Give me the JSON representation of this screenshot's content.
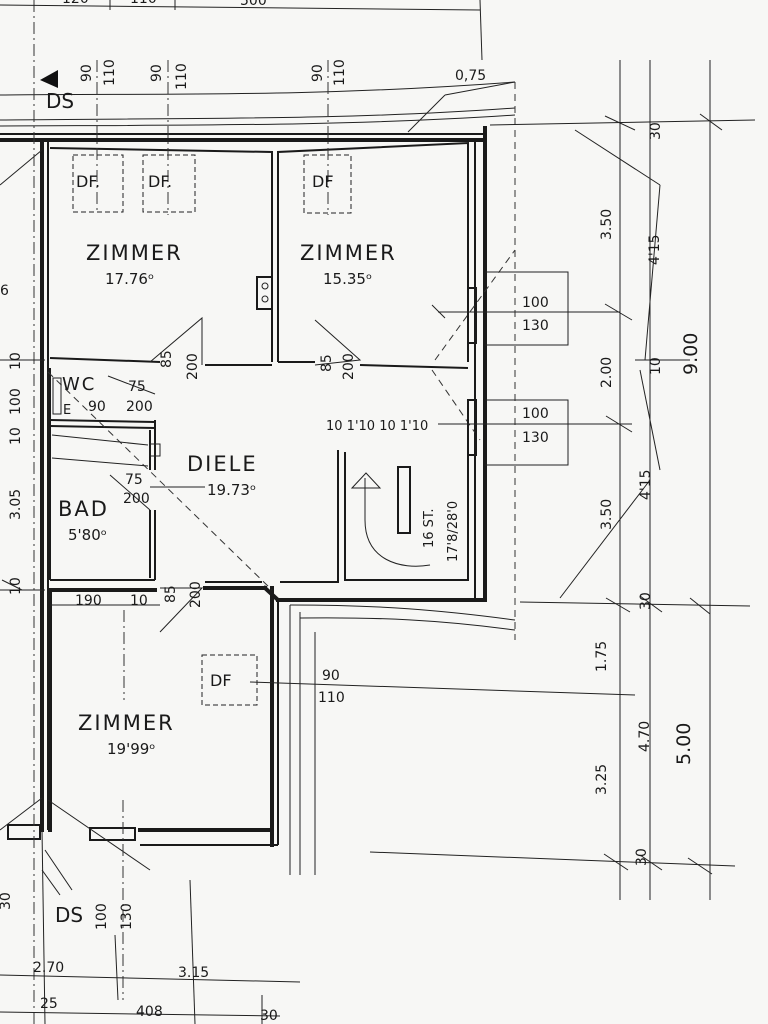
{
  "rooms": {
    "zimmer_nw": {
      "name": "ZIMMER",
      "area": "17.76ᵒ"
    },
    "zimmer_ne": {
      "name": "ZIMMER",
      "area": "15.35ᵒ"
    },
    "diele": {
      "name": "DIELE",
      "area": "19.73ᵒ"
    },
    "bad": {
      "name": "BAD",
      "area": "5'80ᵒ"
    },
    "wc": {
      "name": "WC"
    },
    "zimmer_s": {
      "name": "ZIMMER",
      "area": "19'99ᵒ"
    }
  },
  "skylights": {
    "df1": "DF.",
    "df2": "DF.",
    "df3": "DF",
    "df4": "DF"
  },
  "downspouts": {
    "top": "DS",
    "bottom": "DS"
  },
  "stairs": {
    "steps": "16 ST.",
    "ratio": "17'8/28'0"
  },
  "wc_fixture": "E",
  "dimensions": {
    "top_left": "120",
    "top_mid": "110",
    "top_right": "500",
    "win_top_90a": "90",
    "win_top_110a": "110",
    "win_top_90b": "90",
    "win_top_110b": "110",
    "win_top_90c": "90",
    "win_top_110c": "110",
    "roof_edge": "0,75",
    "door_nw": "85",
    "door_nw_h": "200",
    "door_ne": "85",
    "door_ne_h": "200",
    "wc_door_w": "75",
    "wc_door_h": "200",
    "wc_sub": "90",
    "bad_door_w": "75",
    "bad_door_h": "200",
    "door_s": "85",
    "door_s_h": "200",
    "stair_dims": "10 1'10 10 1'10",
    "east_win1_w": "100",
    "east_win1_h": "130",
    "east_win2_w": "100",
    "east_win2_h": "130",
    "south_win_w": "90",
    "south_win_h": "110",
    "bad_w": "190",
    "bad_wall": "10",
    "left_10a": "10",
    "left_100": "100",
    "left_10b": "10",
    "left_305": "3.05",
    "left_10c": "10",
    "r_30_top": "30",
    "r_350a": "3.50",
    "r_200": "2.00",
    "r_10": "10",
    "r_350b": "3.50",
    "r_415a": "4'15",
    "r_415b": "4'15",
    "r_900": "9.00",
    "r_30_mid": "30",
    "r_175": "1.75",
    "r_325": "3.25",
    "r_470": "4.70",
    "r_500": "5.00",
    "r_30_bot": "30",
    "bottom_100": "100",
    "bottom_130": "130",
    "bottom_270": "2.70",
    "bottom_315": "3.15",
    "bottom_25": "25",
    "bottom_408": "408",
    "bottom_30": "30",
    "edge_left_top": "6",
    "edge_left_bot": "30"
  }
}
